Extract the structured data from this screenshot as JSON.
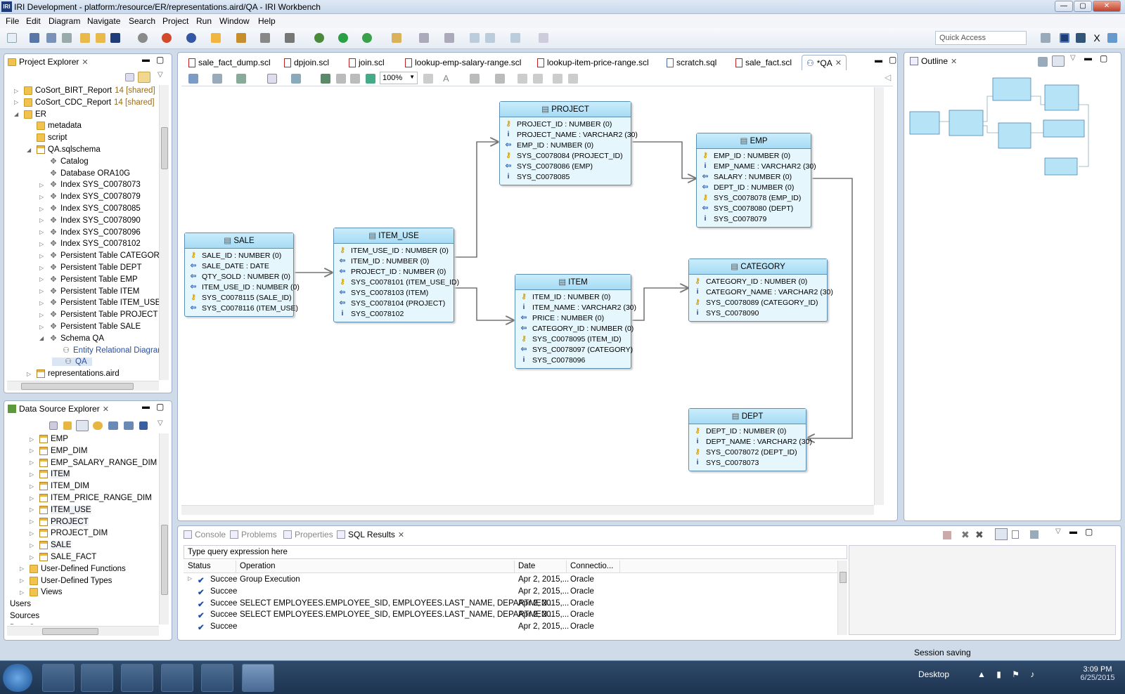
{
  "window": {
    "title": "IRI Development - platform:/resource/ER/representations.aird/QA - IRI Workbench",
    "app_icon": "IRI",
    "buttons": [
      "—",
      "▢",
      "✕"
    ]
  },
  "menu": [
    "File",
    "Edit",
    "Diagram",
    "Navigate",
    "Search",
    "Project",
    "Run",
    "Window",
    "Help"
  ],
  "toolbar": {
    "quick_access": "Quick Access"
  },
  "project_explorer": {
    "title": "Project Explorer",
    "items": [
      {
        "label": "CoSort_BIRT_Report",
        "extra": " 14 [shared]",
        "icon": "project-icon",
        "indent": 0,
        "exp": "▷"
      },
      {
        "label": "CoSort_CDC_Report",
        "extra": " 14 [shared]",
        "icon": "project-icon",
        "indent": 0,
        "exp": "▷"
      },
      {
        "label": "ER",
        "extra": "",
        "icon": "project-icon",
        "indent": 0,
        "exp": "◢"
      },
      {
        "label": "metadata",
        "extra": "",
        "icon": "folder-icon",
        "indent": 1,
        "exp": ""
      },
      {
        "label": "script",
        "extra": "",
        "icon": "folder-icon",
        "indent": 1,
        "exp": ""
      },
      {
        "label": "QA.sqlschema",
        "extra": "",
        "icon": "schema-icon",
        "indent": 1,
        "exp": "◢"
      },
      {
        "label": "Catalog",
        "extra": "",
        "icon": "node-icon",
        "indent": 2,
        "exp": ""
      },
      {
        "label": "Database ORA10G",
        "extra": "",
        "icon": "node-icon",
        "indent": 2,
        "exp": ""
      },
      {
        "label": "Index SYS_C0078073",
        "extra": "",
        "icon": "node-icon",
        "indent": 2,
        "exp": "▷"
      },
      {
        "label": "Index SYS_C0078079",
        "extra": "",
        "icon": "node-icon",
        "indent": 2,
        "exp": "▷"
      },
      {
        "label": "Index SYS_C0078085",
        "extra": "",
        "icon": "node-icon",
        "indent": 2,
        "exp": "▷"
      },
      {
        "label": "Index SYS_C0078090",
        "extra": "",
        "icon": "node-icon",
        "indent": 2,
        "exp": "▷"
      },
      {
        "label": "Index SYS_C0078096",
        "extra": "",
        "icon": "node-icon",
        "indent": 2,
        "exp": "▷"
      },
      {
        "label": "Index SYS_C0078102",
        "extra": "",
        "icon": "node-icon",
        "indent": 2,
        "exp": "▷"
      },
      {
        "label": "Persistent Table CATEGORY",
        "extra": "",
        "icon": "node-icon",
        "indent": 2,
        "exp": "▷"
      },
      {
        "label": "Persistent Table DEPT",
        "extra": "",
        "icon": "node-icon",
        "indent": 2,
        "exp": "▷"
      },
      {
        "label": "Persistent Table EMP",
        "extra": "",
        "icon": "node-icon",
        "indent": 2,
        "exp": "▷"
      },
      {
        "label": "Persistent Table ITEM",
        "extra": "",
        "icon": "node-icon",
        "indent": 2,
        "exp": "▷"
      },
      {
        "label": "Persistent Table ITEM_USE",
        "extra": "",
        "icon": "node-icon",
        "indent": 2,
        "exp": "▷"
      },
      {
        "label": "Persistent Table PROJECT",
        "extra": "",
        "icon": "node-icon",
        "indent": 2,
        "exp": "▷"
      },
      {
        "label": "Persistent Table SALE",
        "extra": "",
        "icon": "node-icon",
        "indent": 2,
        "exp": "▷"
      },
      {
        "label": "Schema QA",
        "extra": "",
        "icon": "node-icon",
        "indent": 2,
        "exp": "◢"
      },
      {
        "label": "Entity Relational Diagrar",
        "extra": "",
        "icon": "diagram-icon",
        "indent": 3,
        "exp": ""
      },
      {
        "label": "QA",
        "extra": "",
        "icon": "diagram-icon",
        "indent": 3,
        "exp": ""
      },
      {
        "label": "representations.aird",
        "extra": "",
        "icon": "file-icon",
        "indent": 1,
        "exp": "▷"
      }
    ]
  },
  "data_source_explorer": {
    "title": "Data Source Explorer",
    "items": [
      {
        "label": "EMP",
        "icon": "table-icon",
        "indent": 2
      },
      {
        "label": "EMP_DIM",
        "icon": "table-icon",
        "indent": 2
      },
      {
        "label": "EMP_SALARY_RANGE_DIM",
        "icon": "table-icon",
        "indent": 2
      },
      {
        "label": "ITEM",
        "icon": "table-icon",
        "indent": 2
      },
      {
        "label": "ITEM_DIM",
        "icon": "table-icon",
        "indent": 2
      },
      {
        "label": "ITEM_PRICE_RANGE_DIM",
        "icon": "table-icon",
        "indent": 2
      },
      {
        "label": "ITEM_USE",
        "icon": "table-icon",
        "indent": 2
      },
      {
        "label": "PROJECT",
        "icon": "table-icon",
        "indent": 2
      },
      {
        "label": "PROJECT_DIM",
        "icon": "table-icon",
        "indent": 2
      },
      {
        "label": "SALE",
        "icon": "table-icon",
        "indent": 2
      },
      {
        "label": "SALE_FACT",
        "icon": "table-icon",
        "indent": 2
      },
      {
        "label": "User-Defined Functions",
        "icon": "folder-icon",
        "indent": 1
      },
      {
        "label": "User-Defined Types",
        "icon": "folder-icon",
        "indent": 1
      },
      {
        "label": "Views",
        "icon": "folder-icon",
        "indent": 1
      },
      {
        "label": "Users",
        "icon": "none",
        "indent": 0
      },
      {
        "label": "Sources",
        "icon": "none",
        "indent": 0
      },
      {
        "label": "Data Sour",
        "icon": "none",
        "indent": 0
      }
    ]
  },
  "editor_tabs": [
    {
      "label": "sale_fact_dump.scl",
      "active": false
    },
    {
      "label": "dpjoin.scl",
      "active": false
    },
    {
      "label": "join.scl",
      "active": false
    },
    {
      "label": "lookup-emp-salary-range.scl",
      "active": false
    },
    {
      "label": "lookup-item-price-range.scl",
      "active": false
    },
    {
      "label": "scratch.sql",
      "active": false
    },
    {
      "label": "sale_fact.scl",
      "active": false
    },
    {
      "label": "*QA",
      "active": true
    }
  ],
  "diagram": {
    "zoom": "100%",
    "entities": [
      {
        "name": "PROJECT",
        "attrs": [
          [
            "pk",
            "PROJECT_ID : NUMBER (0)"
          ],
          [
            "ix",
            "PROJECT_NAME : VARCHAR2 (30)"
          ],
          [
            "fk",
            "EMP_ID : NUMBER (0)"
          ],
          [
            "pk",
            "SYS_C0078084 (PROJECT_ID)"
          ],
          [
            "fk",
            "SYS_C0078086 (EMP)"
          ],
          [
            "ix",
            "SYS_C0078085"
          ]
        ]
      },
      {
        "name": "EMP",
        "attrs": [
          [
            "pk",
            "EMP_ID : NUMBER (0)"
          ],
          [
            "ix",
            "EMP_NAME : VARCHAR2 (30)"
          ],
          [
            "fk",
            "SALARY : NUMBER (0)"
          ],
          [
            "fk",
            "DEPT_ID : NUMBER (0)"
          ],
          [
            "pk",
            "SYS_C0078078 (EMP_ID)"
          ],
          [
            "fk",
            "SYS_C0078080 (DEPT)"
          ],
          [
            "ix",
            "SYS_C0078079"
          ]
        ]
      },
      {
        "name": "SALE",
        "attrs": [
          [
            "pk",
            "SALE_ID : NUMBER (0)"
          ],
          [
            "fk",
            "SALE_DATE : DATE"
          ],
          [
            "fk",
            "QTY_SOLD : NUMBER (0)"
          ],
          [
            "fk",
            "ITEM_USE_ID : NUMBER (0)"
          ],
          [
            "pk",
            "SYS_C0078115 (SALE_ID)"
          ],
          [
            "fk",
            "SYS_C0078116 (ITEM_USE)"
          ]
        ]
      },
      {
        "name": "ITEM_USE",
        "attrs": [
          [
            "pk",
            "ITEM_USE_ID : NUMBER (0)"
          ],
          [
            "fk",
            "ITEM_ID : NUMBER (0)"
          ],
          [
            "fk",
            "PROJECT_ID : NUMBER (0)"
          ],
          [
            "pk",
            "SYS_C0078101 (ITEM_USE_ID)"
          ],
          [
            "fk",
            "SYS_C0078103 (ITEM)"
          ],
          [
            "fk",
            "SYS_C0078104 (PROJECT)"
          ],
          [
            "ix",
            "SYS_C0078102"
          ]
        ]
      },
      {
        "name": "ITEM",
        "attrs": [
          [
            "pk",
            "ITEM_ID : NUMBER (0)"
          ],
          [
            "ix",
            "ITEM_NAME : VARCHAR2 (30)"
          ],
          [
            "fk",
            "PRICE : NUMBER (0)"
          ],
          [
            "fk",
            "CATEGORY_ID : NUMBER (0)"
          ],
          [
            "pk",
            "SYS_C0078095 (ITEM_ID)"
          ],
          [
            "fk",
            "SYS_C0078097 (CATEGORY)"
          ],
          [
            "ix",
            "SYS_C0078096"
          ]
        ]
      },
      {
        "name": "CATEGORY",
        "attrs": [
          [
            "pk",
            "CATEGORY_ID : NUMBER (0)"
          ],
          [
            "ix",
            "CATEGORY_NAME : VARCHAR2 (30)"
          ],
          [
            "pk",
            "SYS_C0078089 (CATEGORY_ID)"
          ],
          [
            "ix",
            "SYS_C0078090"
          ]
        ]
      },
      {
        "name": "DEPT",
        "attrs": [
          [
            "pk",
            "DEPT_ID : NUMBER (0)"
          ],
          [
            "ix",
            "DEPT_NAME : VARCHAR2 (30)"
          ],
          [
            "pk",
            "SYS_C0078072 (DEPT_ID)"
          ],
          [
            "ix",
            "SYS_C0078073"
          ]
        ]
      }
    ]
  },
  "outline": {
    "title": "Outline"
  },
  "bottom": {
    "tabs": [
      "Console",
      "Problems",
      "Properties",
      "SQL Results"
    ],
    "query_placeholder": "Type query expression here",
    "columns": [
      "Status",
      "Operation",
      "Date",
      "Connectio..."
    ],
    "rows": [
      {
        "status": "Succee",
        "op": "Group Execution",
        "date": "Apr 2, 2015,...",
        "conn": "Oracle",
        "exp": "▷"
      },
      {
        "status": "Succee",
        "op": "",
        "date": "Apr 2, 2015,...",
        "conn": "Oracle",
        "exp": ""
      },
      {
        "status": "Succee",
        "op": "SELECT EMPLOYEES.EMPLOYEE_SID, EMPLOYEES.LAST_NAME, DEPARTMEN...",
        "date": "Apr 2, 2015,...",
        "conn": "Oracle",
        "exp": ""
      },
      {
        "status": "Succee",
        "op": "SELECT EMPLOYEES.EMPLOYEE_SID, EMPLOYEES.LAST_NAME, DEPARTMEN...",
        "date": "Apr 2, 2015,...",
        "conn": "Oracle",
        "exp": ""
      },
      {
        "status": "Succee",
        "op": "",
        "date": "Apr 2, 2015,...",
        "conn": "Oracle",
        "exp": ""
      }
    ]
  },
  "status": {
    "session": "Session saving"
  },
  "taskbar": {
    "desktop": "Desktop",
    "time": "3:09 PM",
    "date": "6/25/2015"
  }
}
